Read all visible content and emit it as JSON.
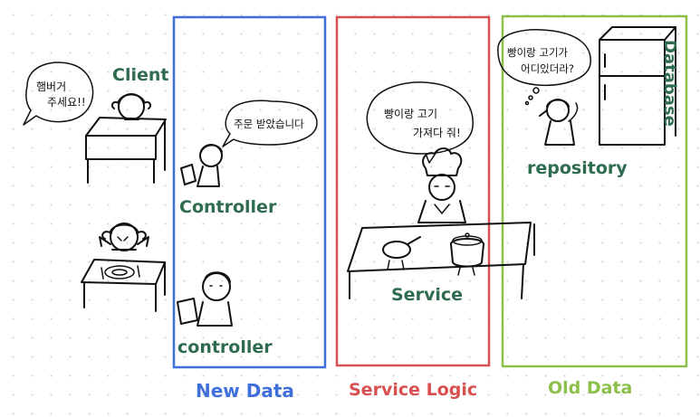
{
  "sections": {
    "new_data": {
      "label": "New Data",
      "color": "#3f6fd8"
    },
    "service_logic": {
      "label": "Service Logic",
      "color": "#d84f4f"
    },
    "old_data": {
      "label": "Old Data",
      "color": "#8cc04b"
    }
  },
  "roles": {
    "client": "Client",
    "controller_top": "Controller",
    "controller_bottom": "controller",
    "service": "Service",
    "repository": "repository",
    "database": "Database"
  },
  "speech": {
    "client": [
      "햄버거",
      "주세요!!"
    ],
    "controller": "주문 받았습니다",
    "service": [
      "빵이랑 고기",
      "가져다 줘!"
    ],
    "repository": [
      "빵이랑 고기가",
      "어디있더라?"
    ]
  }
}
